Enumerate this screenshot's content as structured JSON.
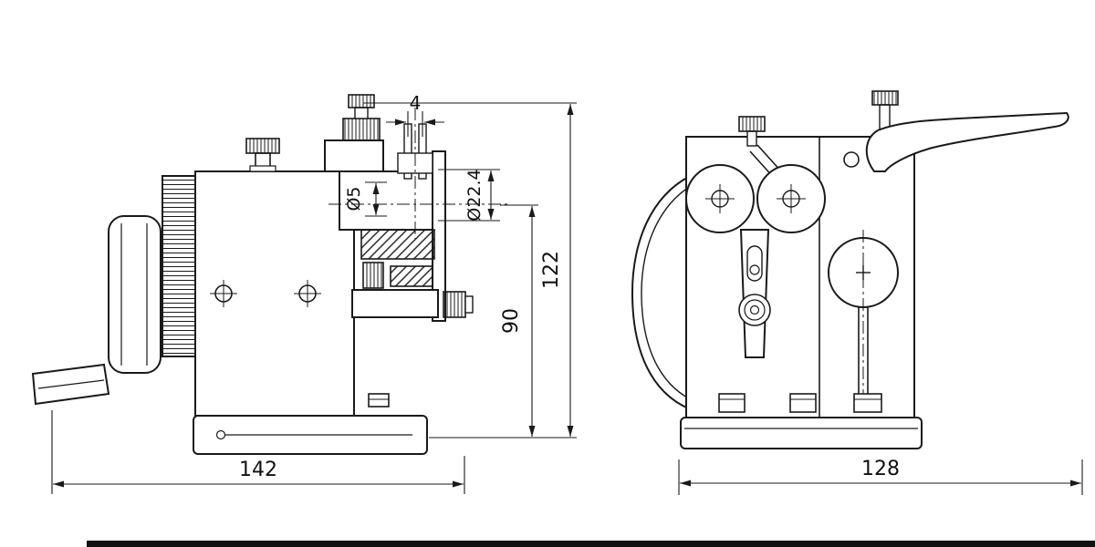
{
  "drawing": {
    "type": "engineering-dimension-drawing",
    "colors": {
      "line": "#1a1a1a",
      "background": "#ffffff",
      "text": "#111111"
    },
    "side_view": {
      "dim_pin_width": "4",
      "dim_bore_small": "Ø5",
      "dim_bore_large": "Ø22.4",
      "dim_total_height": "122",
      "dim_center_height": "90",
      "dim_length": "142"
    },
    "front_view": {
      "dim_width": "128"
    }
  }
}
